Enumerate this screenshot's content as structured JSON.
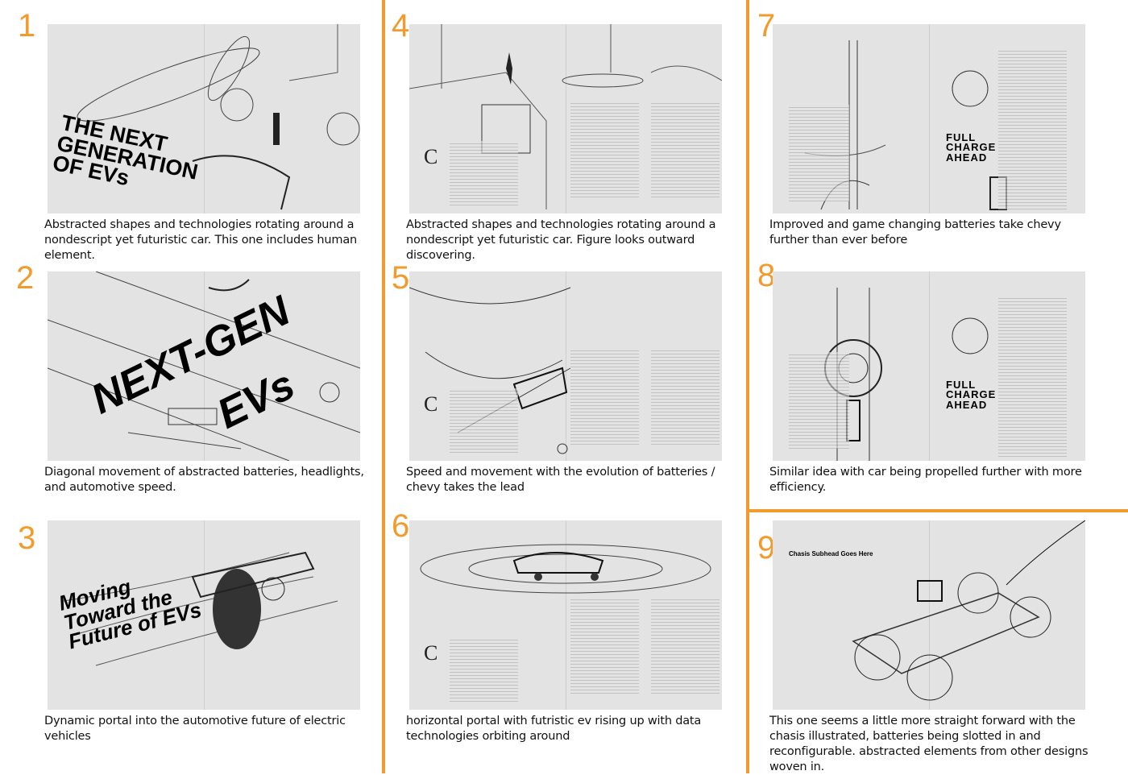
{
  "colors": {
    "accent": "#f39a2c",
    "thumb_bg": "#e3e3e3"
  },
  "panels": [
    {
      "number": "1",
      "headline": "THE NEXT GENERATION OF EVs",
      "caption": "Abstracted shapes and technologies rotating around a nondescript yet futuristic car. This one includes human element."
    },
    {
      "number": "2",
      "headline": "NEXT-GEN",
      "headline2": "EVs",
      "caption": "Diagonal movement of abstracted batteries, headlights, and automotive speed."
    },
    {
      "number": "3",
      "headline": "Moving Toward the Future of EVs",
      "caption": "Dynamic portal into the automotive future of electric vehicles"
    },
    {
      "number": "4",
      "dropcap": "C",
      "caption": "Abstracted shapes and technologies rotating around a nondescript yet futuristic car. Figure looks outward discovering."
    },
    {
      "number": "5",
      "dropcap": "C",
      "caption": "Speed and movement with the evolution of batteries / chevy takes the lead"
    },
    {
      "number": "6",
      "dropcap": "C",
      "caption": "horizontal portal with futristic ev rising up with data technologies orbiting around"
    },
    {
      "number": "7",
      "headline": "FULL CHARGE AHEAD",
      "caption": "Improved and game changing batteries take chevy further than ever before"
    },
    {
      "number": "8",
      "headline": "FULL CHARGE AHEAD",
      "caption": "Similar idea with car being propelled further with more efficiency."
    },
    {
      "number": "9",
      "headline": "Chasis Subhead Goes Here",
      "caption": "This one seems a little more straight forward with the chasis illustrated, batteries being slotted in and reconfigurable. abstracted elements from other designs woven in."
    }
  ]
}
